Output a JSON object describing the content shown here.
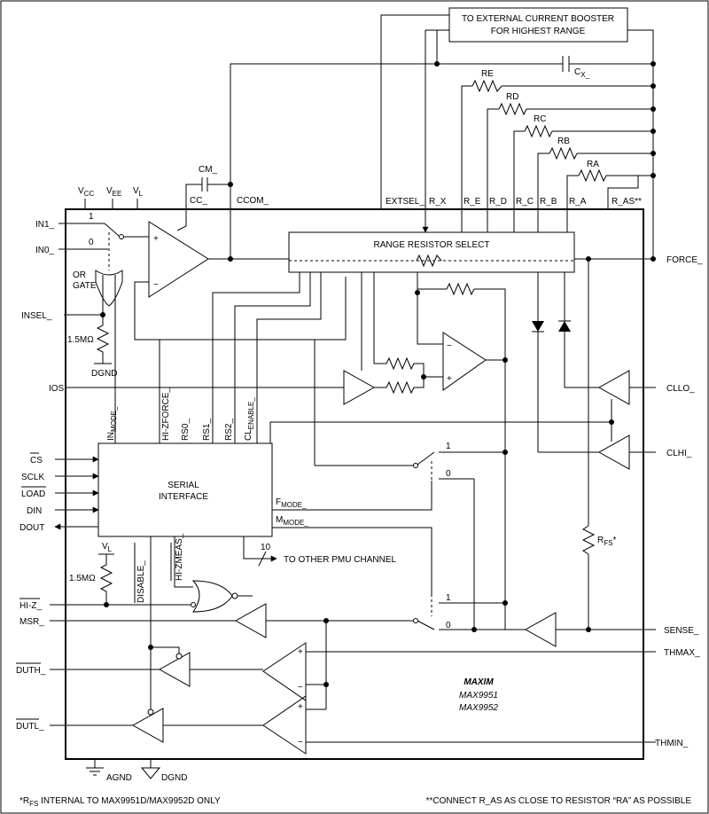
{
  "booster": {
    "line1": "TO EXTERNAL CURRENT BOOSTER",
    "line2": "FOR HIGHEST RANGE"
  },
  "capacitors": {
    "cx": "C",
    "cx_sub": "X_",
    "cm": "CM_",
    "cc": "CC_",
    "ccom": "CCOM_"
  },
  "resistors": {
    "re": "RE",
    "rd": "RD",
    "rc": "RC",
    "rb": "RB",
    "ra": "RA",
    "rfs": "R",
    "rfs_sub": "FS",
    "rfs_note": "*",
    "pull1": "1.5MΩ",
    "pull2": "1.5MΩ"
  },
  "supplies": {
    "v": "V",
    "vcc_sub": "CC",
    "vee_sub": "EE",
    "vl_sub": "L"
  },
  "top_pins": [
    "EXTSEL_",
    "R_X",
    "R_E",
    "R_D",
    "R_C",
    "R_B",
    "R_A",
    "R_AS**"
  ],
  "left_pins": {
    "in1": "IN1_",
    "in0": "IN0_",
    "insel": "INSEL_",
    "ios": "IOS",
    "cs": "CS",
    "sclk": "SCLK",
    "load": "LOAD",
    "din": "DIN",
    "dout": "DOUT",
    "hiz": "HI-Z_",
    "msr": "MSR_",
    "duth": "DUTH_",
    "dutl": "DUTL_"
  },
  "right_pins": {
    "force": "FORCE_",
    "cllo": "CLLO_",
    "clhi": "CLHI_",
    "sense": "SENSE_",
    "thmax": "THMAX_",
    "thmin": "THMIN_"
  },
  "switch_labels": {
    "one": "1",
    "zero": "0"
  },
  "or_gate": {
    "line1": "OR",
    "line2": "GATE"
  },
  "dgnd": "DGND",
  "range_select": "RANGE RESISTOR SELECT",
  "serial": {
    "line1": "SERIAL",
    "line2": "INTERFACE"
  },
  "serial_outputs": {
    "in": "IN",
    "in_sub": "MODE_",
    "hizforce": "HI-ZFORCE_",
    "rs0": "RS0_",
    "rs1": "RS1_",
    "rs2": "RS2_",
    "cl": "CL",
    "cl_sub": "ENABLE_"
  },
  "mode_labels": {
    "f": "F",
    "f_sub": "MODE_",
    "m": "M",
    "m_sub": "MODE_"
  },
  "bus": {
    "count": "10",
    "label": "TO OTHER PMU CHANNEL"
  },
  "bottom_inputs": {
    "vl": "V",
    "vl_sub": "L",
    "disable": "DISABLE_",
    "hizmeas": "HI-ZMEAS_"
  },
  "brand": {
    "logo": "MAXIM",
    "part1": "MAX9951",
    "part2": "MAX9952"
  },
  "grounds": {
    "agnd": "AGND",
    "dgnd": "DGND"
  },
  "footnotes": {
    "left": "*R",
    "left_sub": "FS",
    "left_rest": " INTERNAL TO MAX9951D/MAX9952D ONLY",
    "right": "**CONNECT R_AS AS CLOSE TO RESISTOR “RA” AS POSSIBLE"
  },
  "amp_signs": {
    "plus": "+",
    "minus": "−"
  }
}
